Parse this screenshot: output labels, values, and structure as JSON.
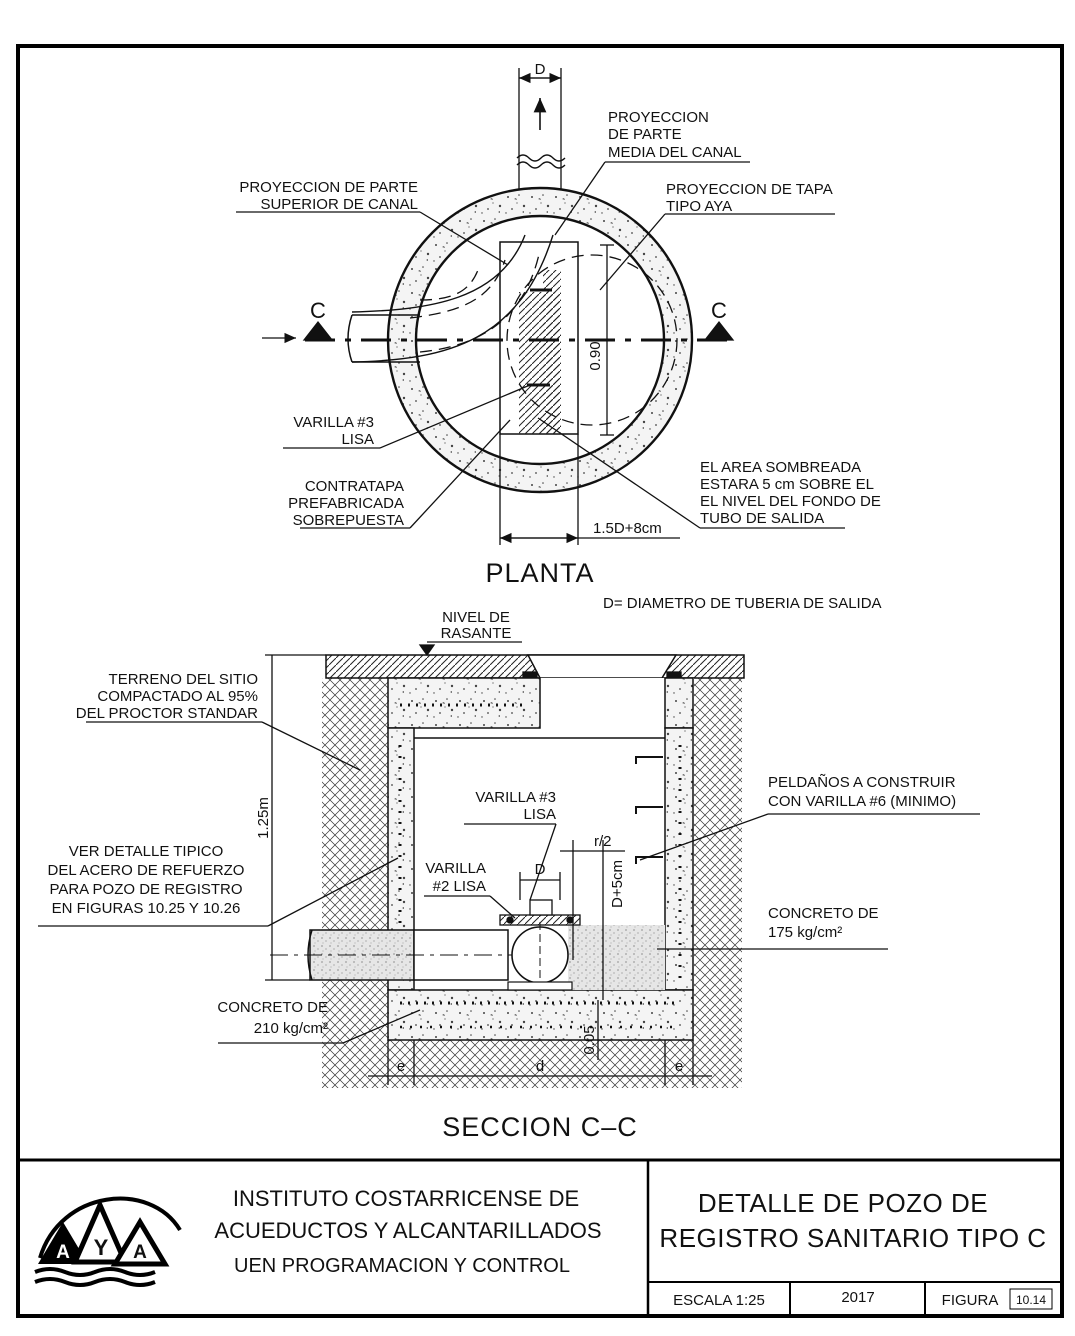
{
  "planta": {
    "title": "PLANTA",
    "dim_d": "D",
    "proy_media": [
      "PROYECCION",
      "DE PARTE",
      "MEDIA DEL CANAL"
    ],
    "proy_superior": [
      "PROYECCION DE PARTE",
      "SUPERIOR DE CANAL"
    ],
    "proy_tapa": [
      "PROYECCION DE TAPA",
      "TIPO AYA"
    ],
    "section_mark": "C",
    "dim_090": "0.90",
    "varilla3": [
      "VARILLA #3",
      "LISA"
    ],
    "contratapa": [
      "CONTRATAPA",
      "PREFABRICADA",
      "SOBREPUESTA"
    ],
    "area_sombreada": [
      "EL AREA SOMBREADA",
      "ESTARA 5 cm SOBRE EL",
      "EL NIVEL DEL FONDO DE",
      "TUBO DE SALIDA"
    ],
    "dim_15d": "1.5D+8cm",
    "nota_d": "D= DIAMETRO DE TUBERIA DE SALIDA"
  },
  "seccion": {
    "title": "SECCION C–C",
    "nivel": [
      "NIVEL DE",
      "RASANTE"
    ],
    "terreno": [
      "TERRENO DEL SITIO",
      "COMPACTADO AL 95%",
      "DEL PROCTOR STANDAR"
    ],
    "dim_125": "1.25m",
    "peldanos": [
      "PELDAÑOS A CONSTRUIR",
      "CON VARILLA #6 (MINIMO)"
    ],
    "varilla3": [
      "VARILLA #3",
      "LISA"
    ],
    "r2": "r/2",
    "ver_detalle": [
      "VER DETALLE TIPICO",
      "DEL ACERO DE REFUERZO",
      "PARA POZO DE REGISTRO",
      "EN FIGURAS 10.25 Y 10.26"
    ],
    "varilla2": [
      "VARILLA",
      "#2 LISA"
    ],
    "dim_d": "D",
    "dim_d5": "D+5cm",
    "concreto175": [
      "CONCRETO DE",
      "175 kg/cm²"
    ],
    "concreto210": [
      "CONCRETO DE",
      "210 kg/cm²"
    ],
    "dim_005": "0.05",
    "dim_e": "e",
    "dim_dd": "d"
  },
  "title_block": {
    "institution": [
      "INSTITUTO COSTARRICENSE DE",
      "ACUEDUCTOS Y ALCANTARILLADOS"
    ],
    "unit": "UEN PROGRAMACION Y CONTROL",
    "logo_text": "AYA",
    "drawing_title": [
      "DETALLE DE POZO DE",
      "REGISTRO SANITARIO TIPO C"
    ],
    "scale": "ESCALA 1:25",
    "year": "2017",
    "figure_label": "FIGURA",
    "figure_num": "10.14"
  }
}
